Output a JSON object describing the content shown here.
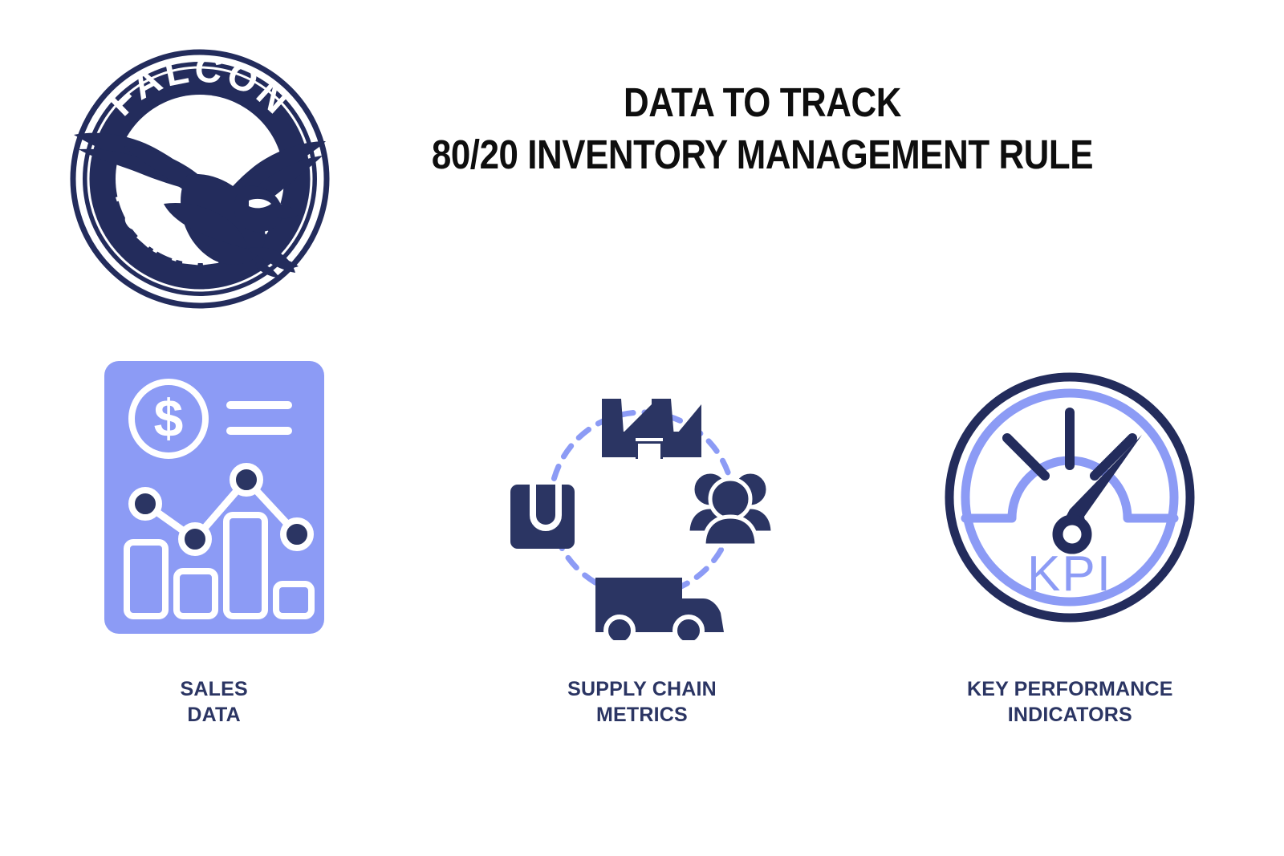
{
  "colors": {
    "navy": "#2b3563",
    "navy_deep": "#232c5c",
    "periwinkle": "#8c9bf5",
    "white": "#ffffff",
    "title_black": "#0e0e0e",
    "background": "#ffffff"
  },
  "logo": {
    "name": "falcon-fulfillment-logo",
    "top_arc_text": "FALCON",
    "bottom_arc_text": "FULFILLMENT",
    "emblem": "falcon-bird"
  },
  "header": {
    "title_line_1": "DATA TO TRACK",
    "title_line_2": "80/20 INVENTORY MANAGEMENT RULE"
  },
  "cards": [
    {
      "id": "sales-data",
      "icon": "sales-chart-icon",
      "label_line_1": "SALES",
      "label_line_2": "DATA",
      "icon_parts": [
        "dollar-circle-icon",
        "text-lines-icon",
        "bar-chart-icon",
        "line-chart-icon"
      ]
    },
    {
      "id": "supply-chain-metrics",
      "icon": "supply-chain-cycle-icon",
      "label_line_1": "SUPPLY CHAIN",
      "label_line_2": "METRICS",
      "icon_parts": [
        "factory-icon",
        "people-group-icon",
        "delivery-truck-icon",
        "package-box-icon",
        "dashed-cycle-icon"
      ]
    },
    {
      "id": "key-performance-indicators",
      "icon": "kpi-gauge-icon",
      "label_line_1": "KEY PERFORMANCE",
      "label_line_2": "INDICATORS",
      "gauge_text": "KPI",
      "icon_parts": [
        "gauge-outer-ring",
        "gauge-inner-ring",
        "gauge-arc-track",
        "gauge-tick-marks",
        "gauge-needle",
        "kpi-text"
      ]
    }
  ]
}
